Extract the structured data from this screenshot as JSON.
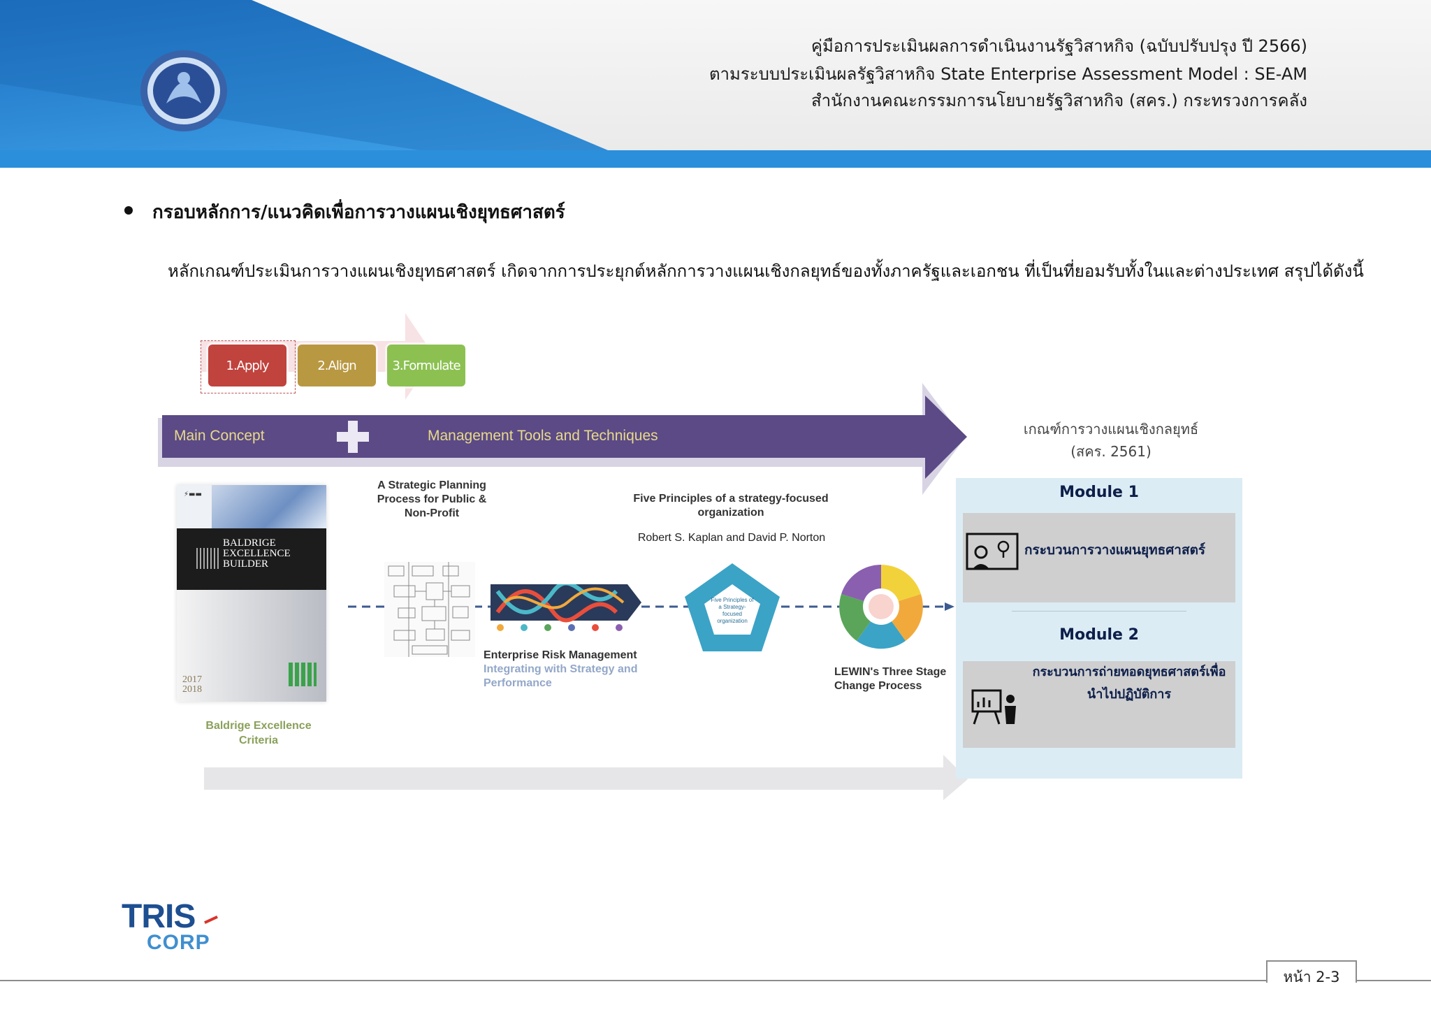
{
  "header": {
    "line1": "คู่มือการประเมินผลการดำเนินงานรัฐวิสาหกิจ (ฉบับปรับปรุง ปี 2566)",
    "line2": "ตามระบบประเมินผลรัฐวิสาหกิจ State Enterprise Assessment Model : SE-AM",
    "line3": "สำนักงานคณะกรรมการนโยบายรัฐวิสาหกิจ (สคร.) กระทรวงการคลัง",
    "colors": {
      "blue": "#2e8fd6",
      "deep_blue": "#1c6fb8"
    }
  },
  "section": {
    "heading": "กรอบหลักการ/แนวคิดเพื่อการวางแผนเชิงยุทธศาสตร์",
    "intro": "หลักเกณฑ์ประเมินการวางแผนเชิงยุทธศาสตร์ เกิดจากการประยุกต์หลักการวางแผนเชิงกลยุทธ์ของทั้งภาครัฐและเอกชน ที่เป็นที่ยอมรับทั้งในและต่างประเทศ สรุปได้ดังนี้"
  },
  "diagram": {
    "steps": [
      {
        "label": "1.Apply",
        "color": "#c0433d"
      },
      {
        "label": "2.Align",
        "color": "#b99842"
      },
      {
        "label": "3.Formulate",
        "color": "#8cc152"
      }
    ],
    "main_concept": "Main Concept",
    "tools_label": "Management Tools and Techniques",
    "arrow_color": "#5b4a86",
    "baldrige_cover": {
      "title_line1": "BALDRIGE",
      "title_line2": "EXCELLENCE",
      "title_line3": "BUILDER",
      "years": "2017\n2018"
    },
    "baldrige_caption": "Baldrige Excellence Criteria",
    "strategic_planning_caption": "A Strategic Planning Process for Public & Non-Profit",
    "erm_caption_title": "Enterprise Risk Management",
    "erm_caption_sub": "Integrating with Strategy and Performance",
    "five_principles_caption": "Five Principles of a strategy-focused organization",
    "five_principles_authors": "Robert S. Kaplan and David P. Norton",
    "pentagon_text": "Five Principles of a Strategy-focused organization",
    "lewin_caption": "LEWIN's Three Stage Change Process"
  },
  "criteria": {
    "title_line1": "เกณฑ์การวางแผนเชิงกลยุทธ์",
    "title_line2": "(สคร. 2561)",
    "module1_title": "Module 1",
    "module1_text": "กระบวนการวางแผนยุทธศาสตร์",
    "module2_title": "Module 2",
    "module2_text_line1": "กระบวนการถ่ายทอดยุทธศาสตร์เพื่อ",
    "module2_text_line2": "นำไปปฏิบัติการ"
  },
  "footer": {
    "logo_top": "TRIS",
    "logo_bottom": "CORP",
    "page": "หน้า 2-3"
  }
}
